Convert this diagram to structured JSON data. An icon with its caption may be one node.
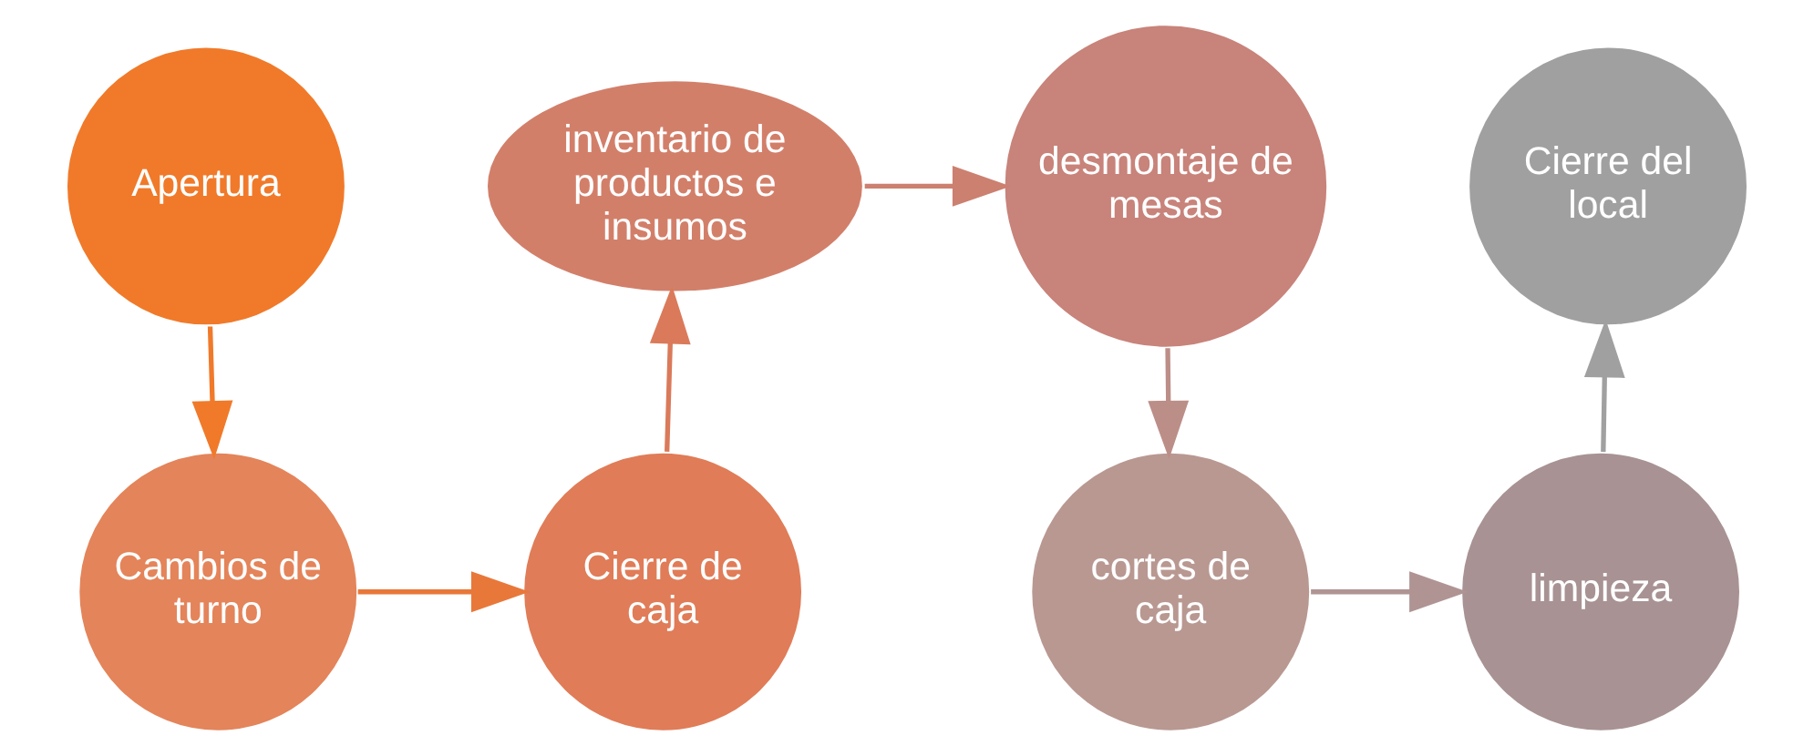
{
  "diagram": {
    "nodes": [
      {
        "text": [
          "Apertura"
        ]
      },
      {
        "text": [
          "Cambios de turno"
        ]
      },
      {
        "text": [
          "Cierre de caja"
        ]
      },
      {
        "text": [
          "inventario de productos e insumos"
        ]
      },
      {
        "text": [
          "desmontaje de mesas"
        ]
      },
      {
        "text": [
          "cortes de caja"
        ]
      },
      {
        "text": [
          "limpieza"
        ]
      },
      {
        "text": [
          "Cierre del local"
        ]
      }
    ],
    "edges": [
      {
        "from": 0,
        "to": 1,
        "arrow": "to",
        "color": "#f07a2a"
      },
      {
        "from": 1,
        "to": 2,
        "arrow": "to",
        "color": "#e8783a"
      },
      {
        "from": 2,
        "to": 3,
        "arrow": "to",
        "color": "#da7a5a"
      },
      {
        "from": 3,
        "to": 4,
        "arrow": "to",
        "color": "#cc8070"
      },
      {
        "from": 4,
        "to": 5,
        "arrow": "to",
        "color": "#bc8e88"
      },
      {
        "from": 5,
        "to": 6,
        "arrow": "to",
        "color": "#b09494"
      },
      {
        "from": 6,
        "to": 7,
        "arrow": "to",
        "color": "#a0a0a0"
      }
    ]
  }
}
